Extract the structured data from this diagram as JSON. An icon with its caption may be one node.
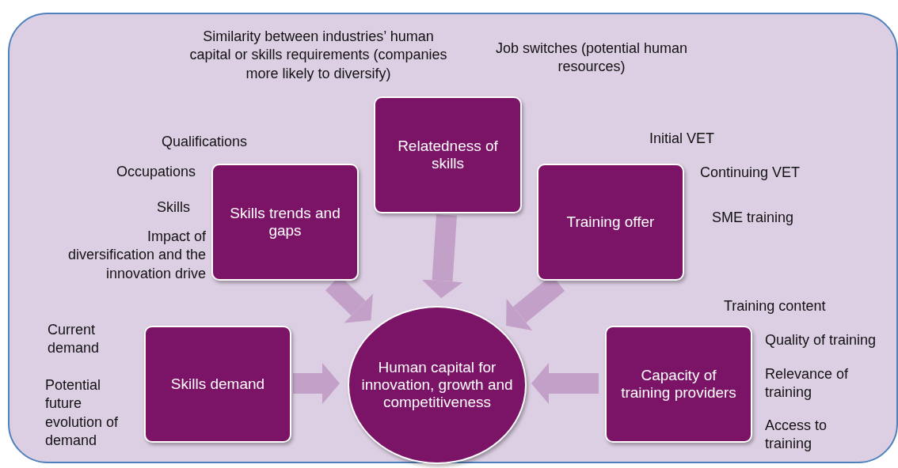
{
  "diagram": {
    "nodes": [
      {
        "text": [],
        "shape": "box"
      },
      {
        "text": [
          "Relatedness of skills"
        ],
        "in": 0,
        "beside": [
          "Similarity between industries’ human capital or skills requirements (companies more likely to diversify)",
          "Job switches (potential human resources)"
        ]
      },
      {
        "text": [
          "Skills trends and gaps"
        ],
        "in": 0,
        "beside": [
          "Qualifications",
          "Occupations",
          "Skills",
          "Impact of diversification and the innovation drive"
        ]
      },
      {
        "text": [
          "Training offer"
        ],
        "in": 0,
        "beside": [
          "Initial VET",
          "Continuing VET",
          "SME training"
        ]
      },
      {
        "text": [
          "Skills demand"
        ],
        "in": 0,
        "beside": [
          "Current demand",
          "Potential future evolution of demand"
        ]
      },
      {
        "text": [
          "Human capital for innovation, growth and competitiveness"
        ],
        "in": 0
      },
      {
        "text": [
          "Capacity of training providers"
        ],
        "in": 0,
        "beside": [
          "Training content",
          "Quality of training",
          "Relevance of training",
          "Access to training"
        ]
      }
    ],
    "edges": [
      {
        "from": 2,
        "to": 5,
        "arrow": "to"
      },
      {
        "from": 1,
        "to": 5,
        "arrow": "to"
      },
      {
        "from": 3,
        "to": 5,
        "arrow": "to"
      },
      {
        "from": 4,
        "to": 5,
        "arrow": "to"
      },
      {
        "from": 6,
        "to": 5,
        "arrow": "to"
      }
    ]
  }
}
